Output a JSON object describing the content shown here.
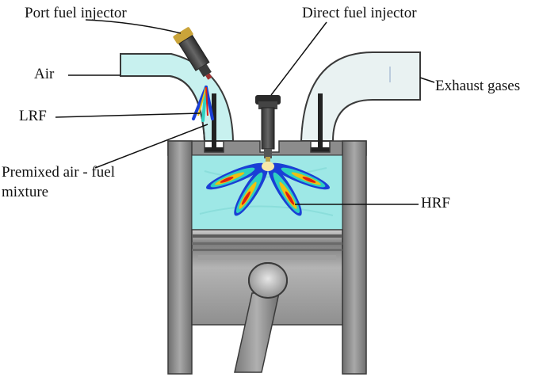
{
  "labels": {
    "port_fuel_injector": "Port fuel injector",
    "direct_fuel_injector": "Direct fuel injector",
    "air": "Air",
    "exhaust_gases": "Exhaust gases",
    "lrf": "LRF",
    "premixed_line1": "Premixed air - fuel",
    "premixed_line2": "mixture",
    "hrf": "HRF"
  },
  "colors": {
    "cylinder_wall": "#8c8c8c",
    "combustion_charge": "#9ee8e6",
    "intake_air": "#c8f1ef",
    "exhaust_port": "#e8f0f0",
    "spray_outer": "#1a3fd6",
    "spray_mid": "#2fd0c0",
    "spray_core": "#f0c010",
    "spray_hot": "#e02010"
  }
}
